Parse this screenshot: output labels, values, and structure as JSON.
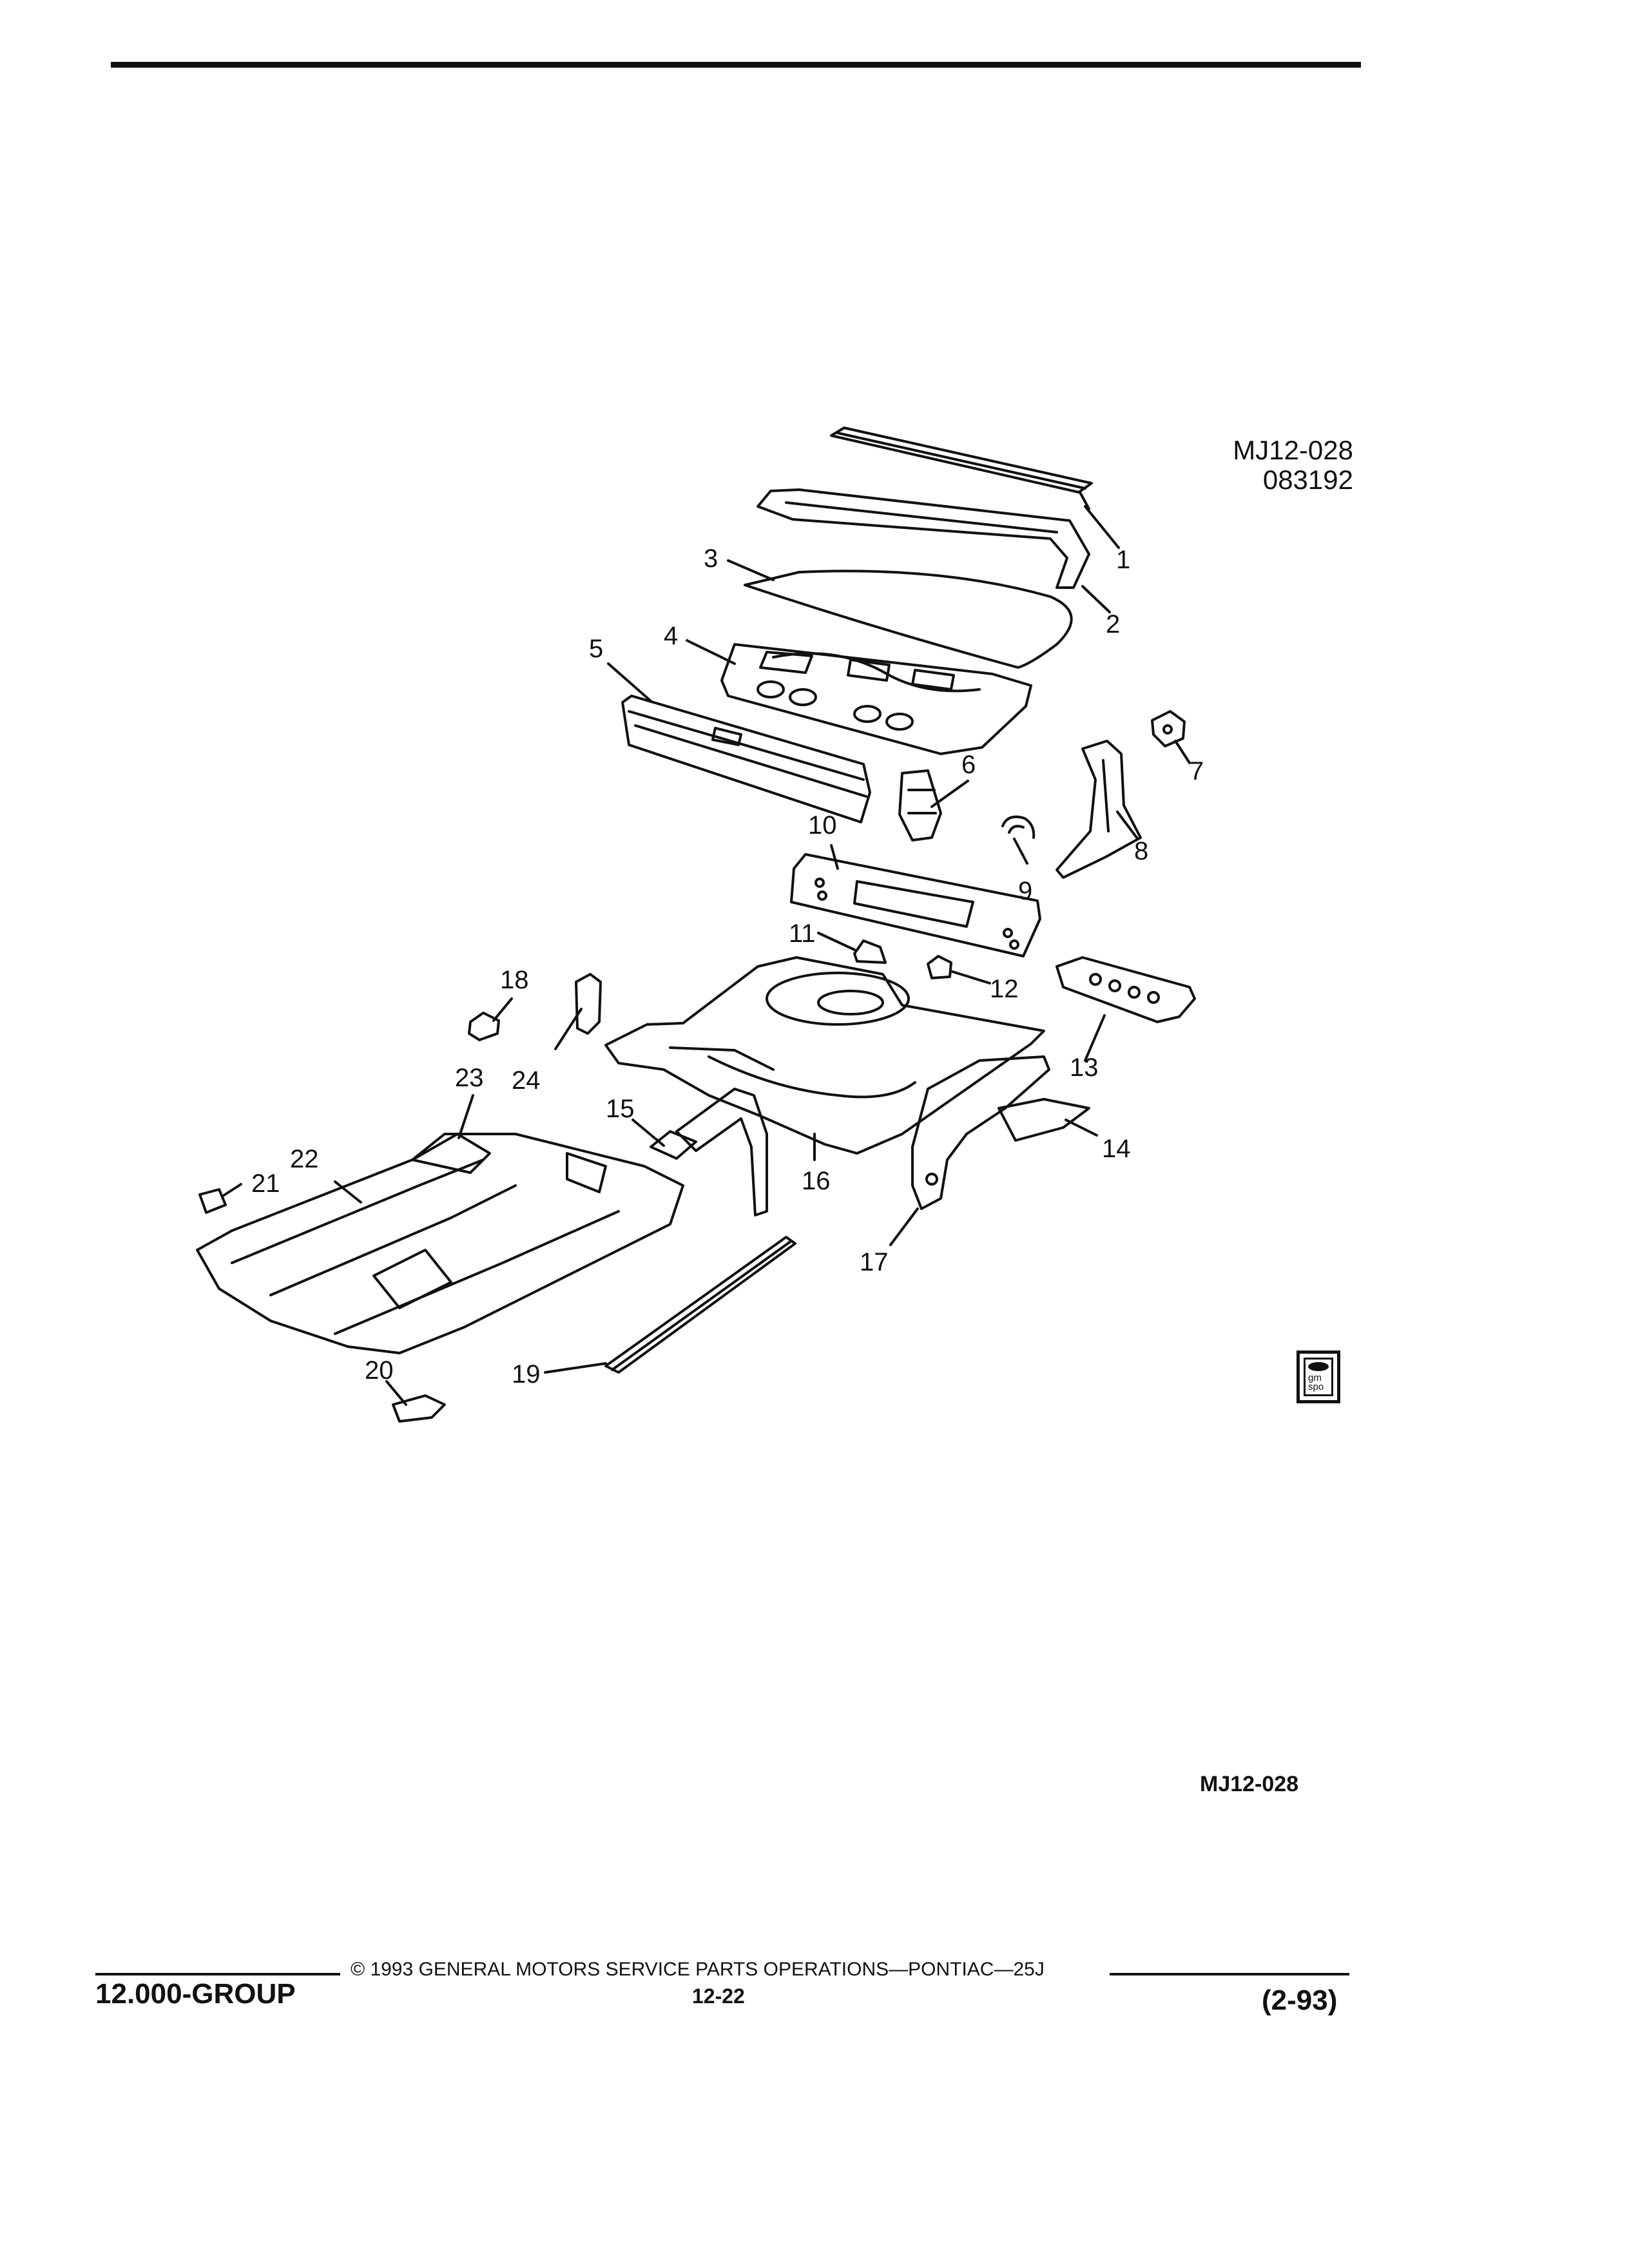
{
  "header": {
    "drawing_id": "MJ12-028",
    "drawing_date": "083192"
  },
  "diagram": {
    "callouts": [
      "1",
      "2",
      "3",
      "4",
      "5",
      "6",
      "7",
      "8",
      "9",
      "10",
      "11",
      "12",
      "13",
      "14",
      "15",
      "16",
      "17",
      "18",
      "19",
      "20",
      "21",
      "22",
      "23",
      "24"
    ],
    "reference_code": "MJ12-028"
  },
  "logo": {
    "lettering": "gm spo",
    "icon": "gm-spo-badge-icon"
  },
  "footer": {
    "copyright": "© 1993  GENERAL MOTORS SERVICE PARTS OPERATIONS—PONTIAC—25J",
    "group": "12.000-GROUP",
    "page": "12-22",
    "date": "(2-93)"
  }
}
